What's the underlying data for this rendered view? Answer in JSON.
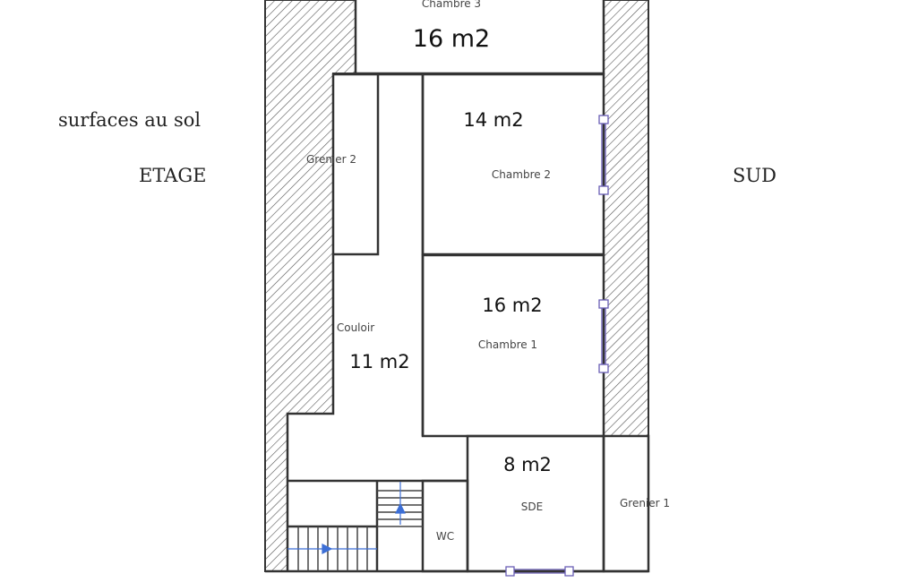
{
  "labels": {
    "surfaces": "surfaces au sol",
    "etage": "ETAGE",
    "orientation": "SUD"
  },
  "rooms": [
    {
      "name": "Chambre 3",
      "area": "16  m2"
    },
    {
      "name": "Chambre 2",
      "area": "14 m2"
    },
    {
      "name": "Chambre 1",
      "area": "16 m2"
    },
    {
      "name": "Couloir",
      "area": "11 m2"
    },
    {
      "name": "SDE",
      "area": "8 m2"
    },
    {
      "name": "WC"
    },
    {
      "name": "Grenier 1"
    },
    {
      "name": "Grenier 2"
    }
  ],
  "colors": {
    "wall": "#333333",
    "window": "#6a5fb5",
    "stair_arrow": "#3d6fd6"
  }
}
